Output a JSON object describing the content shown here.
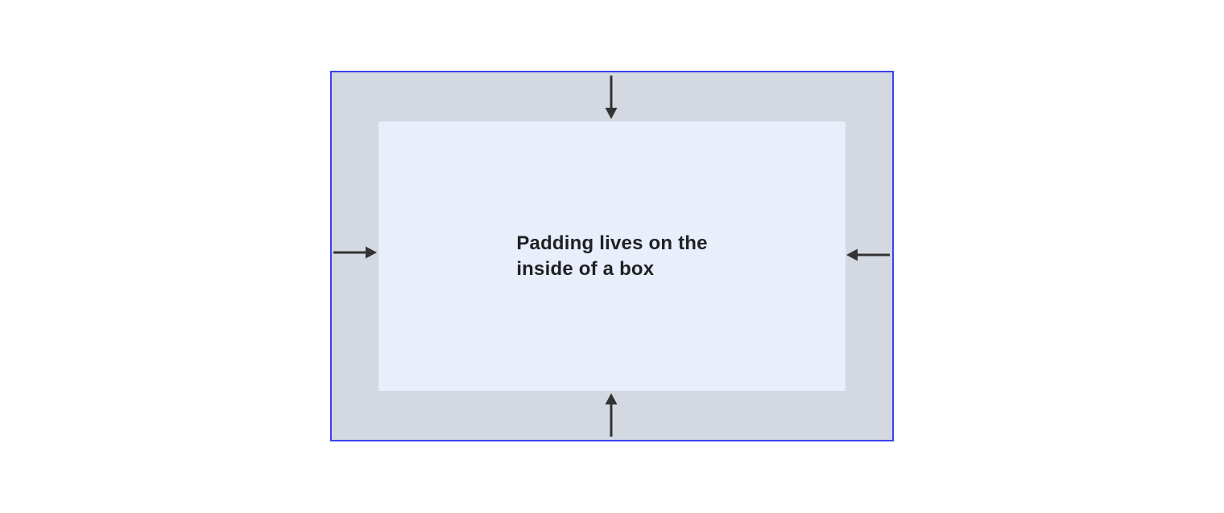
{
  "diagram": {
    "caption": {
      "line1": "Padding lives on the",
      "line2": "inside of a box"
    },
    "arrows": [
      {
        "name": "arrow-down-icon",
        "side": "top",
        "direction": "inward-down"
      },
      {
        "name": "arrow-right-icon",
        "side": "left",
        "direction": "inward-right"
      },
      {
        "name": "arrow-left-icon",
        "side": "right",
        "direction": "inward-left"
      },
      {
        "name": "arrow-up-icon",
        "side": "bottom",
        "direction": "inward-up"
      }
    ],
    "colors": {
      "page-bg": "#ffffff",
      "border": "#3b43ee",
      "padding-area": "#d3d8e1",
      "content-area": "#e9eefb",
      "arrow": "#333333",
      "text": "#202124"
    }
  }
}
